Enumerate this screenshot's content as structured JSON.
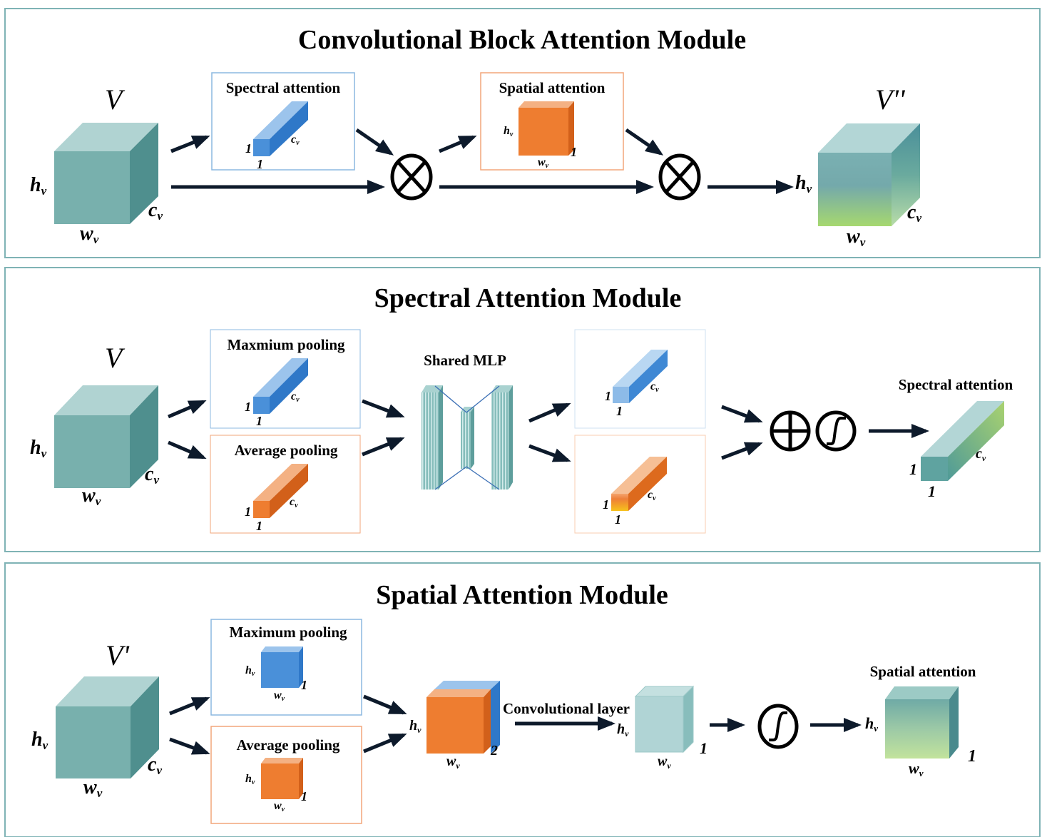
{
  "colors": {
    "panel_border": "#7fb3b5",
    "blue_box_border": "#8cb8e0",
    "orange_box_border": "#f2a67a",
    "teal_front": "#78b0ad",
    "teal_top": "#b0d3d2",
    "teal_side": "#4f8f8e",
    "blue_front": "#4a90d9",
    "blue_top": "#9cc4ec",
    "blue_side": "#2f78c8",
    "orange_front": "#ee7d30",
    "orange_top": "#f4b183",
    "orange_side": "#d2601a",
    "green_bottom": "#a5d66e",
    "arrow": "#0d1a2b"
  },
  "cbam": {
    "title": "Convolutional Block Attention Module",
    "input_label": "V",
    "output_label": "V''",
    "spectral_box_title": "Spectral attention",
    "spatial_box_title": "Spatial attention",
    "operator_1": "multiply",
    "operator_2": "multiply"
  },
  "spectral": {
    "title": "Spectral Attention Module",
    "input_label": "V",
    "max_pool_title": "Maxmium pooling",
    "avg_pool_title": "Average pooling",
    "mlp_label": "Shared MLP",
    "output_title": "Spectral attention",
    "operators": [
      "add",
      "sigmoid"
    ]
  },
  "spatial": {
    "title": "Spatial Attention Module",
    "input_label": "V'",
    "max_pool_title": "Maximum pooling",
    "avg_pool_title": "Average pooling",
    "conv_label": "Convolutional layer",
    "concat_depth": "2",
    "output_title": "Spatial attention",
    "operators": [
      "sigmoid"
    ]
  },
  "dims": {
    "h": "h",
    "w": "w",
    "c": "c",
    "sub": "v",
    "one": "1",
    "two": "2"
  }
}
